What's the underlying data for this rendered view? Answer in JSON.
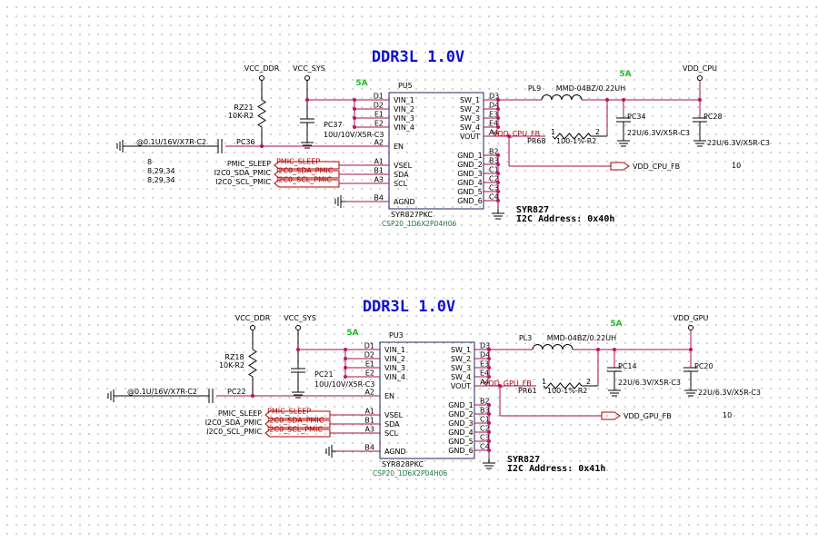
{
  "blocks": [
    {
      "title": "DDR3L 1.0V",
      "current_in": "5A",
      "current_out": "5A",
      "vin_rail": "VCC_DDR",
      "vsys_rail": "VCC_SYS",
      "out_rail": "VDD_CPU",
      "chip_ref": "PU5",
      "chip_part": "SYR827PKC",
      "chip_pkg": "CSP20_1D6X2P04H06",
      "res_ref": "RZ21",
      "res_val": "10K-R2",
      "cin_ref": "PC37",
      "cin_val": "10U/10V/X5R-C3",
      "cen_ref": "PC36",
      "cen_val": "@0.1U/16V/X7R-C2",
      "ind_ref": "PL9",
      "ind_val": "MMD-04BZ/0.22UH",
      "fbres_ref": "PR68",
      "fbres_val": "100-1%-R2",
      "fbres_p1": "1",
      "fbres_p2": "2",
      "cout1_ref": "PC34",
      "cout1_val": "22U/6.3V/X5R-C3",
      "cout2_ref": "PC28",
      "cout2_val": "22U/6.3V/X5R-C3",
      "fb_net": "VDD_CPU_FB",
      "fb_page": "10",
      "note_name": "SYR827",
      "note_addr": "I2C Address: 0x40h",
      "in_nets": [
        "PMIC_SLEEP",
        "I2C0_SDA_PMIC",
        "I2C0_SCL_PMIC"
      ],
      "in_pages": [
        "8",
        "8,29,34",
        "8,29,34"
      ],
      "left_pins": [
        {
          "num": "D1",
          "name": "VIN_1"
        },
        {
          "num": "D2",
          "name": "VIN_2"
        },
        {
          "num": "E1",
          "name": "VIN_3"
        },
        {
          "num": "E2",
          "name": "VIN_4"
        },
        {
          "num": "A2",
          "name": "EN"
        },
        {
          "num": "A1",
          "name": "VSEL"
        },
        {
          "num": "B1",
          "name": "SDA"
        },
        {
          "num": "A3",
          "name": "SCL"
        },
        {
          "num": "B4",
          "name": "AGND"
        }
      ],
      "right_pins": [
        {
          "num": "D3",
          "name": "SW_1"
        },
        {
          "num": "D4",
          "name": "SW_2"
        },
        {
          "num": "E3",
          "name": "SW_3"
        },
        {
          "num": "E4",
          "name": "SW_4"
        },
        {
          "num": "A4",
          "name": "VOUT"
        },
        {
          "num": "B2",
          "name": "GND_1"
        },
        {
          "num": "B3",
          "name": "GND_2"
        },
        {
          "num": "C1",
          "name": "GND_3"
        },
        {
          "num": "C2",
          "name": "GND_4"
        },
        {
          "num": "C3",
          "name": "GND_5"
        },
        {
          "num": "C4",
          "name": "GND_6"
        }
      ]
    },
    {
      "title": "DDR3L 1.0V",
      "current_in": "5A",
      "current_out": "5A",
      "vin_rail": "VCC_DDR",
      "vsys_rail": "VCC_SYS",
      "out_rail": "VDD_GPU",
      "chip_ref": "PU3",
      "chip_part": "SYR828PKC",
      "chip_pkg": "CSP20_1D6X2P04H06",
      "res_ref": "RZ18",
      "res_val": "10K-R2",
      "cin_ref": "PC21",
      "cin_val": "10U/10V/X5R-C3",
      "cen_ref": "PC22",
      "cen_val": "@0.1U/16V/X7R-C2",
      "ind_ref": "PL3",
      "ind_val": "MMD-04BZ/0.22UH",
      "fbres_ref": "PR61",
      "fbres_val": "100-1%-R2",
      "fbres_p1": "1",
      "fbres_p2": "2",
      "cout1_ref": "PC14",
      "cout1_val": "22U/6.3V/X5R-C3",
      "cout2_ref": "PC20",
      "cout2_val": "22U/6.3V/X5R-C3",
      "fb_net": "VDD_GPU_FB",
      "fb_page": "10",
      "note_name": "SYR827",
      "note_addr": "I2C Address: 0x41h",
      "in_nets": [
        "PMIC_SLEEP",
        "I2C0_SDA_PMIC",
        "I2C0_SCL_PMIC"
      ],
      "in_pages": [
        "",
        "",
        ""
      ],
      "left_pins": [
        {
          "num": "D1",
          "name": "VIN_1"
        },
        {
          "num": "D2",
          "name": "VIN_2"
        },
        {
          "num": "E1",
          "name": "VIN_3"
        },
        {
          "num": "E2",
          "name": "VIN_4"
        },
        {
          "num": "A2",
          "name": "EN"
        },
        {
          "num": "A1",
          "name": "VSEL"
        },
        {
          "num": "B1",
          "name": "SDA"
        },
        {
          "num": "A3",
          "name": "SCL"
        },
        {
          "num": "B4",
          "name": "AGND"
        }
      ],
      "right_pins": [
        {
          "num": "D3",
          "name": "SW_1"
        },
        {
          "num": "D4",
          "name": "SW_2"
        },
        {
          "num": "E3",
          "name": "SW_3"
        },
        {
          "num": "E4",
          "name": "SW_4"
        },
        {
          "num": "A4",
          "name": "VOUT"
        },
        {
          "num": "B2",
          "name": "GND_1"
        },
        {
          "num": "B3",
          "name": "GND_2"
        },
        {
          "num": "C1",
          "name": "GND_3"
        },
        {
          "num": "C2",
          "name": "GND_4"
        },
        {
          "num": "C3",
          "name": "GND_5"
        },
        {
          "num": "C4",
          "name": "GND_6"
        }
      ]
    }
  ]
}
